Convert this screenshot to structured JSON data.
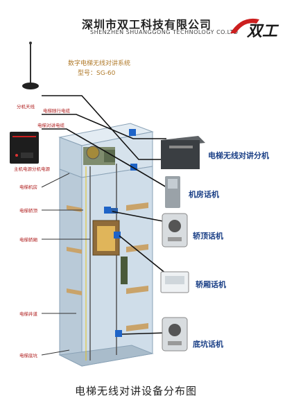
{
  "header": {
    "company_cn": "深圳市双工科技有限公司",
    "company_en": "SHENZHEN SHUANGGONG TECHNOLOGY CO.LTD",
    "logo_text": "双工"
  },
  "system": {
    "name": "数字电梯无线对讲系统",
    "model": "型号：SG-60"
  },
  "small_labels": {
    "antenna": "分机天线",
    "cable_top": "电梯随行电缆",
    "cable_mid": "电梯对讲电缆",
    "host_power": "主机电源",
    "host": "分机电源",
    "machine_room": "电梯机房",
    "car_top": "电梯轿顶",
    "car": "电梯轿厢",
    "shaft": "电梯井道",
    "pit": "电梯底坑"
  },
  "devices": {
    "host": "电梯无线对讲分机",
    "machine_room_phone": "机房话机",
    "car_top_phone": "轿顶话机",
    "car_phone": "轿厢话机",
    "pit_phone": "底坑话机"
  },
  "footer": {
    "title": "电梯无线对讲设备分布图"
  },
  "colors": {
    "brand_red": "#cc1f1f",
    "label_red": "#b02020",
    "device_blue": "#1a3f86",
    "shaft_blue": "#cfdde9",
    "floor_wood": "#c9a36a",
    "yellow_wire": "#e6c21a",
    "title_gold": "#b07a2a"
  }
}
